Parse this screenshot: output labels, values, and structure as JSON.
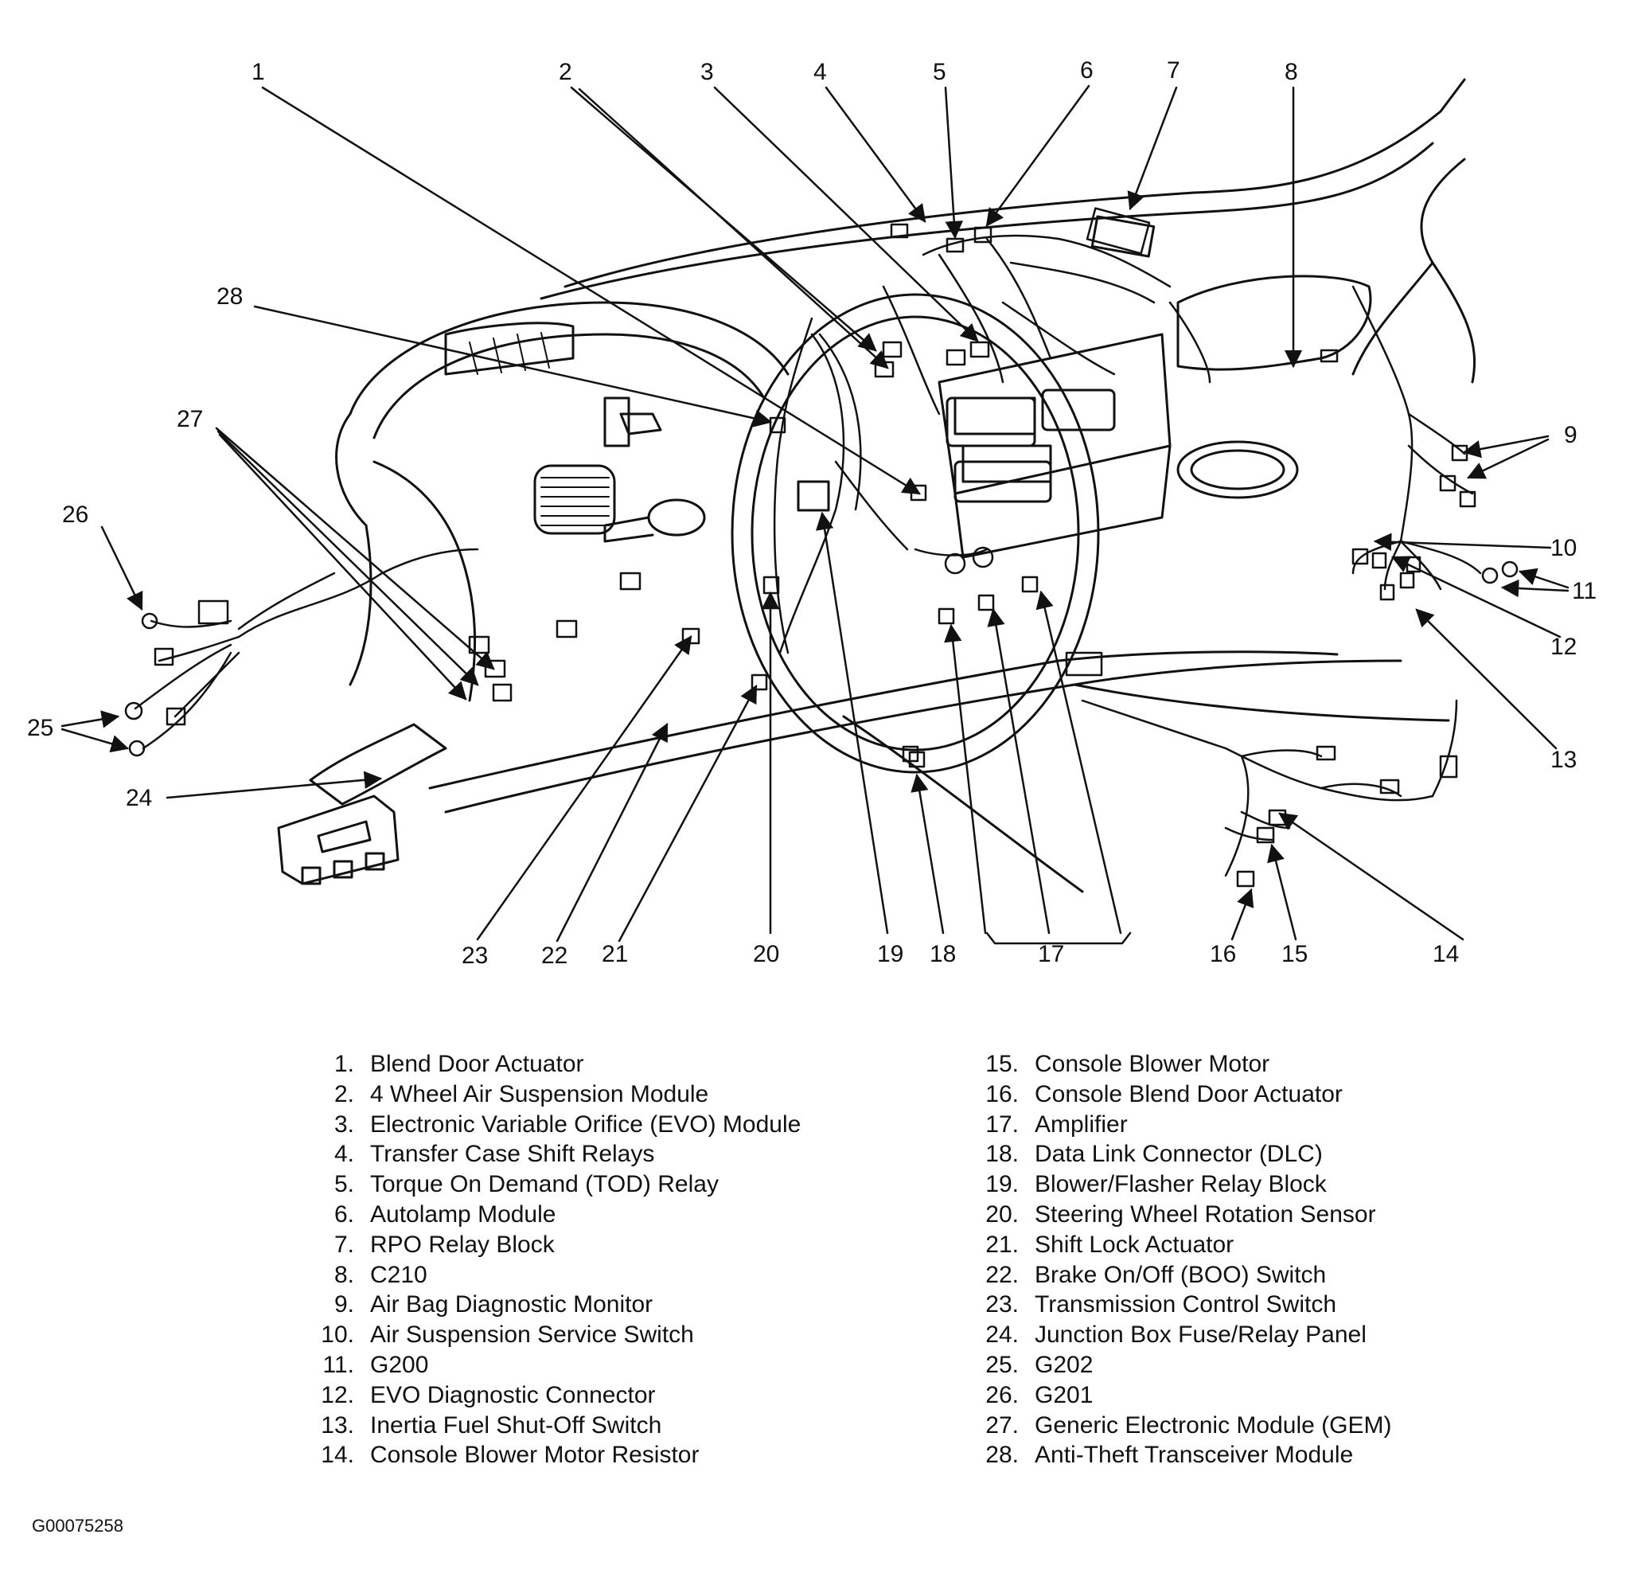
{
  "figure_id": "G00075258",
  "callouts": [
    "1",
    "2",
    "3",
    "4",
    "5",
    "6",
    "7",
    "8",
    "9",
    "10",
    "11",
    "12",
    "13",
    "14",
    "15",
    "16",
    "17",
    "18",
    "19",
    "20",
    "21",
    "22",
    "23",
    "24",
    "25",
    "26",
    "27",
    "28"
  ],
  "legend_left": [
    {
      "num": "1.",
      "text": "Blend Door Actuator"
    },
    {
      "num": "2.",
      "text": "4 Wheel Air Suspension Module"
    },
    {
      "num": "3.",
      "text": "Electronic Variable Orifice (EVO) Module"
    },
    {
      "num": "4.",
      "text": "Transfer Case Shift Relays"
    },
    {
      "num": "5.",
      "text": "Torque On Demand (TOD) Relay"
    },
    {
      "num": "6.",
      "text": "Autolamp Module"
    },
    {
      "num": "7.",
      "text": "RPO Relay Block"
    },
    {
      "num": "8.",
      "text": "C210"
    },
    {
      "num": "9.",
      "text": "Air Bag Diagnostic Monitor"
    },
    {
      "num": "10.",
      "text": "Air Suspension Service Switch"
    },
    {
      "num": "11.",
      "text": "G200"
    },
    {
      "num": "12.",
      "text": "EVO Diagnostic Connector"
    },
    {
      "num": "13.",
      "text": "Inertia Fuel Shut-Off Switch"
    },
    {
      "num": "14.",
      "text": "Console Blower Motor Resistor"
    }
  ],
  "legend_right": [
    {
      "num": "15.",
      "text": "Console Blower Motor"
    },
    {
      "num": "16.",
      "text": "Console Blend Door Actuator"
    },
    {
      "num": "17.",
      "text": "Amplifier"
    },
    {
      "num": "18.",
      "text": "Data Link Connector (DLC)"
    },
    {
      "num": "19.",
      "text": "Blower/Flasher Relay Block"
    },
    {
      "num": "20.",
      "text": "Steering Wheel Rotation Sensor"
    },
    {
      "num": "21.",
      "text": "Shift Lock Actuator"
    },
    {
      "num": "22.",
      "text": "Brake On/Off  (BOO) Switch"
    },
    {
      "num": "23.",
      "text": "Transmission Control Switch"
    },
    {
      "num": "24.",
      "text": "Junction Box Fuse/Relay Panel"
    },
    {
      "num": "25.",
      "text": "G202"
    },
    {
      "num": "26.",
      "text": "G201"
    },
    {
      "num": "27.",
      "text": "Generic Electronic Module (GEM)"
    },
    {
      "num": "28.",
      "text": "Anti-Theft Transceiver Module"
    }
  ]
}
